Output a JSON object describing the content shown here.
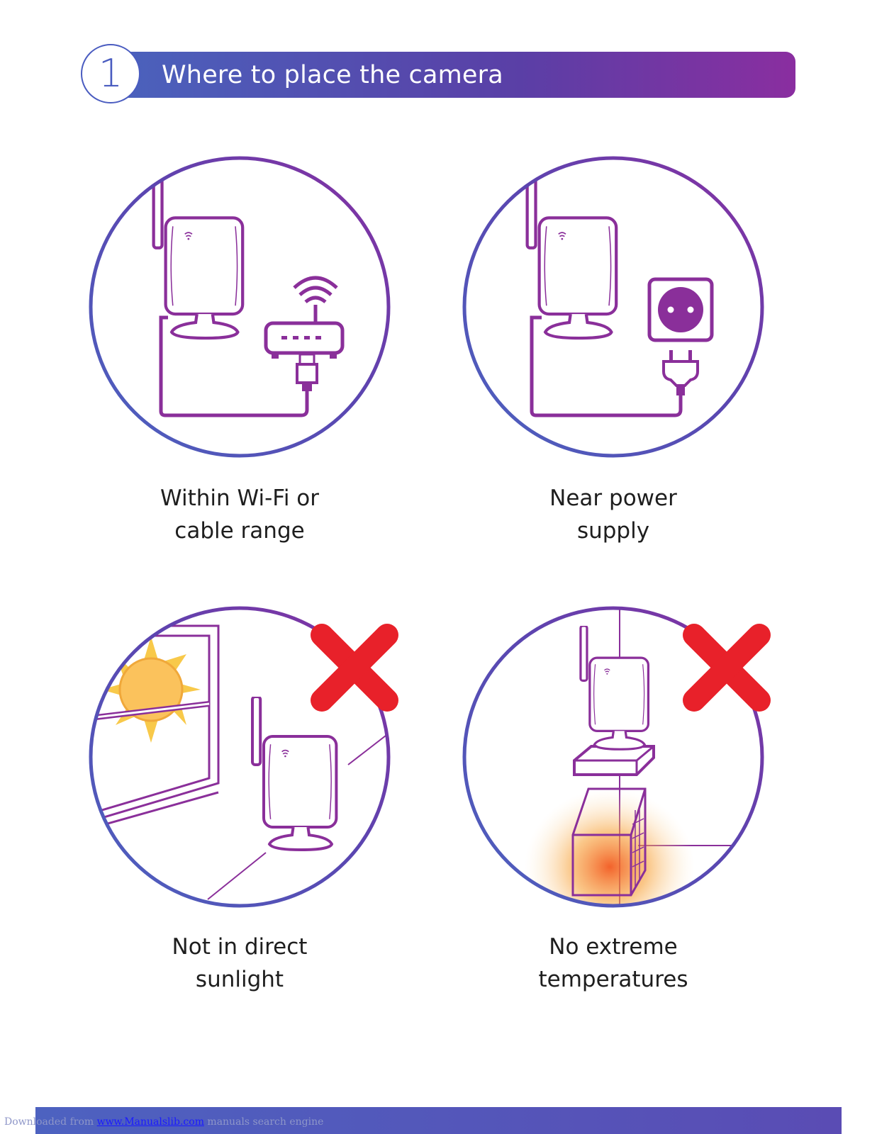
{
  "header": {
    "step_number": "1",
    "title": "Where to place the camera"
  },
  "panels": [
    {
      "caption_line1": "Within Wi-Fi or",
      "caption_line2": "cable range",
      "status": "do"
    },
    {
      "caption_line1": "Near power",
      "caption_line2": "supply",
      "status": "do"
    },
    {
      "caption_line1": "Not in direct",
      "caption_line2": "sunlight",
      "status": "dont"
    },
    {
      "caption_line1": "No extreme",
      "caption_line2": "temperatures",
      "status": "dont"
    }
  ],
  "footer": {
    "prefix": "Downloaded from ",
    "link_text": "www.Manualslib.com",
    "suffix": " manuals search engine"
  },
  "colors": {
    "accent_purple": "#8a2f9a",
    "accent_blue": "#4a5cc0",
    "cross_red": "#e8212a",
    "sun_yellow": "#f8c94a"
  }
}
